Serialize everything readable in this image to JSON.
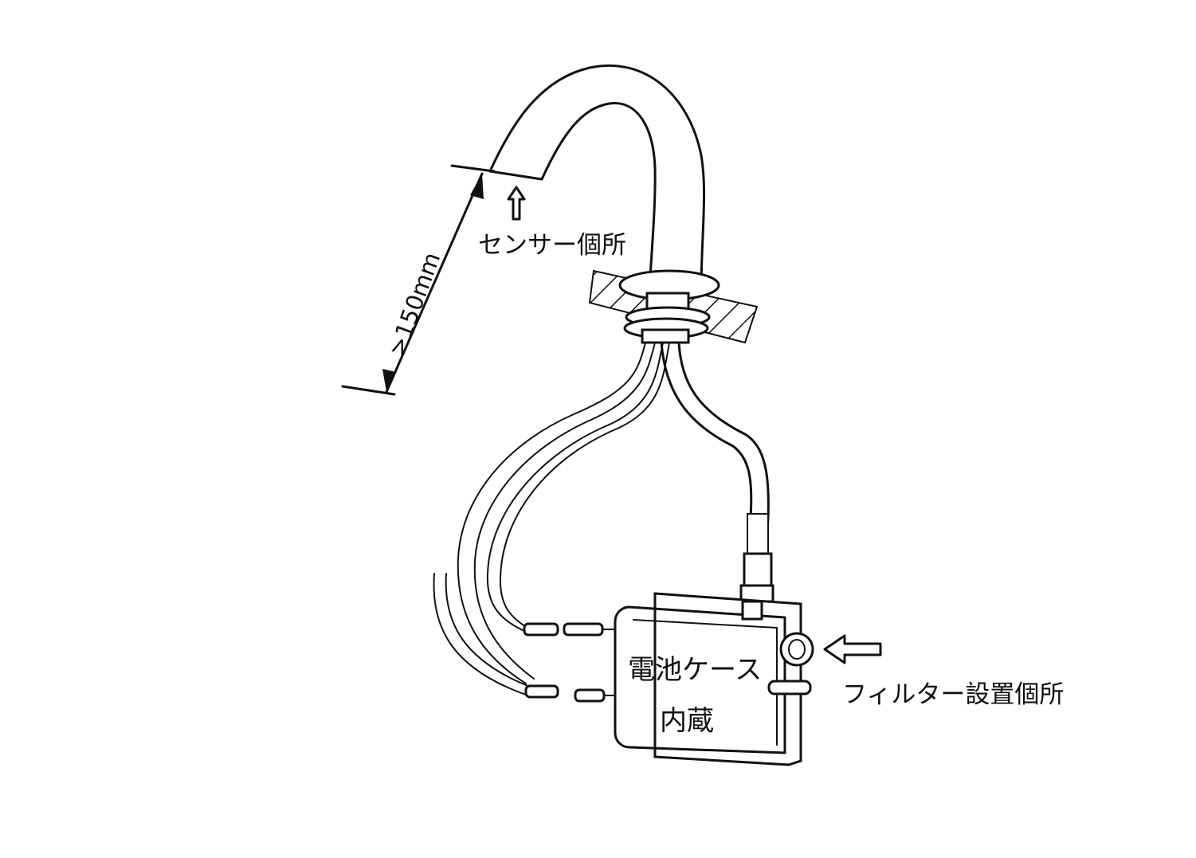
{
  "labels": {
    "sensor": "センサー個所",
    "battery_line1": "電池ケース",
    "battery_line2": "内蔵",
    "filter": "フィルター設置個所",
    "dimension": ">150mm"
  }
}
